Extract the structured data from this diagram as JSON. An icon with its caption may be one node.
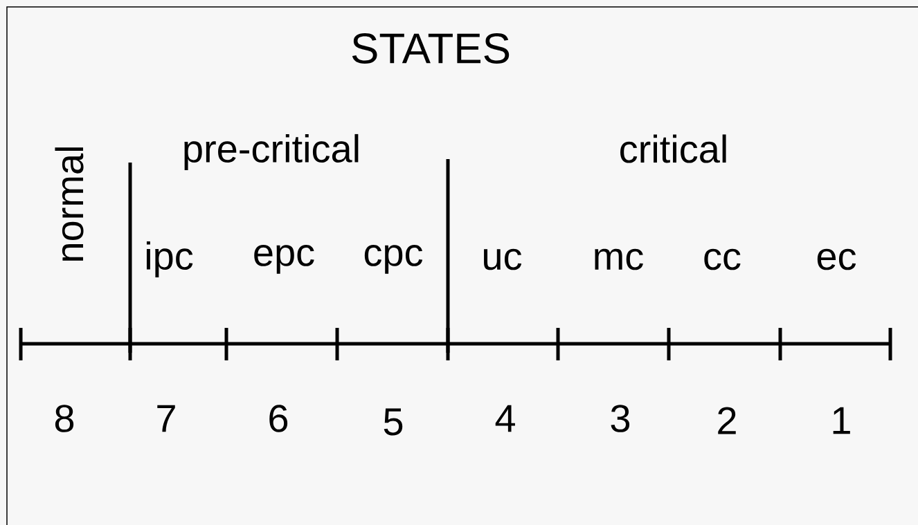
{
  "diagram": {
    "title": "STATES",
    "labels": [
      "normal",
      "pre-critical",
      "critical",
      "ipc",
      "epc",
      "cpc",
      "uc",
      "mc",
      "cc",
      "ec",
      "8",
      "7",
      "6",
      "5",
      "4",
      "3",
      "2",
      "1"
    ]
  }
}
